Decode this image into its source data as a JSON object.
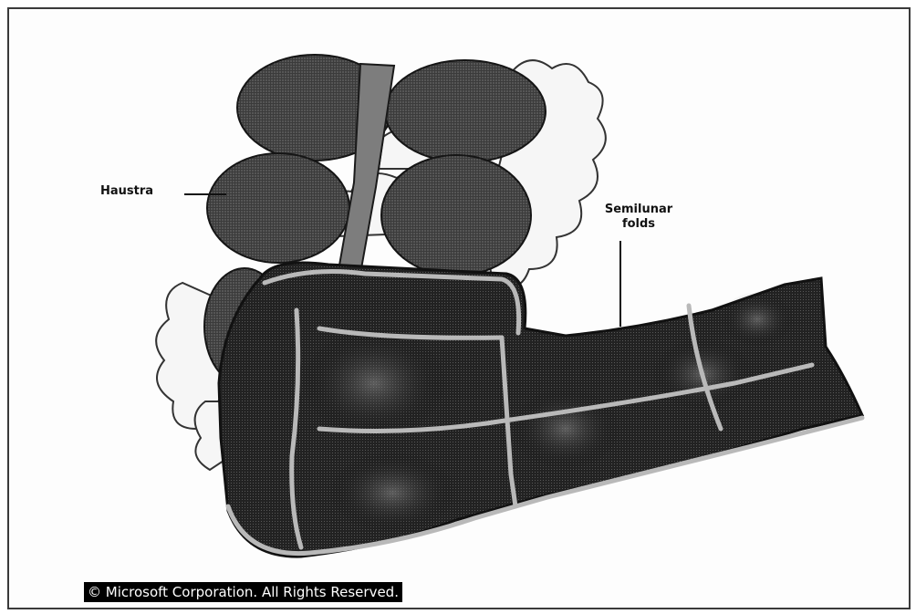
{
  "labels": {
    "haustra": "Haustra",
    "semilunar_line1": "Semilunar",
    "semilunar_line2": "folds"
  },
  "copyright": "© Microsoft Corporation. All Rights Reserved.",
  "colors": {
    "frame": "#3a3a3a",
    "organ_dark": "#2a2a2a",
    "organ_mid": "#575757",
    "band": "#8a8a8a",
    "fat": "#f2f2f2"
  }
}
